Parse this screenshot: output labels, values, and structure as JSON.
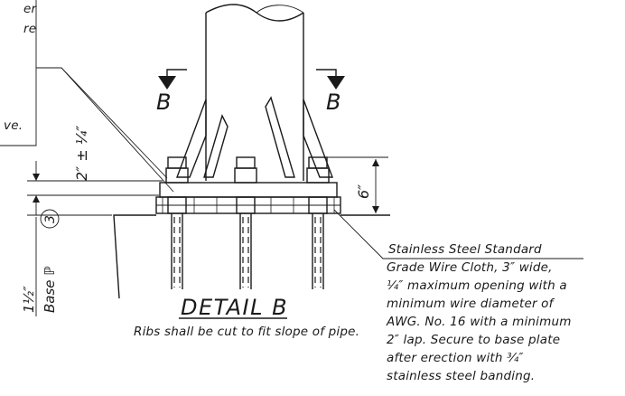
{
  "left_note": {
    "lines": [
      "er",
      "re",
      "",
      "",
      "ve."
    ]
  },
  "section_marks": {
    "left": "B",
    "right": "B"
  },
  "dimensions": {
    "top_dim": "2″ ± ¼″",
    "height_dim": "6″",
    "base_dim": "1½″",
    "base_label": "Base ℙ",
    "base_circle": "3"
  },
  "detail": {
    "title": "DETAIL B",
    "caption": "Ribs shall be cut to fit slope of pipe."
  },
  "wire_note": {
    "lines": [
      "Stainless Steel Standard",
      "Grade Wire Cloth, 3″ wide,",
      "¼″ maximum opening with a",
      "minimum wire diameter of",
      "AWG. No. 16 with a minimum",
      "2″ lap.  Secure to base plate",
      "after erection with ¾″",
      "stainless steel banding."
    ]
  }
}
